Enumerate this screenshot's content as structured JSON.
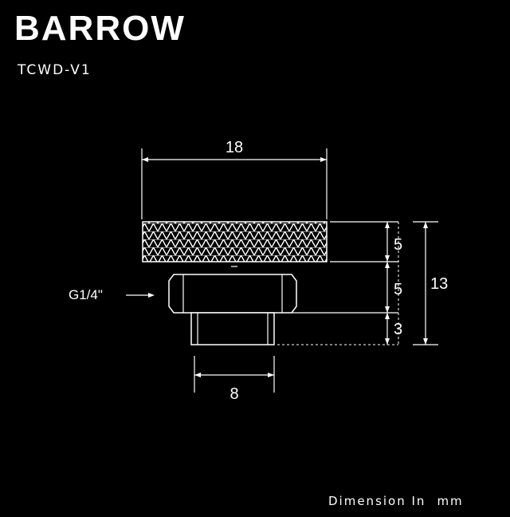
{
  "brand": {
    "name": "BARROW"
  },
  "model": "TCWD-V1",
  "thread_label": "G1/4\"",
  "dimensions": {
    "width_top": "18",
    "width_bottom": "8",
    "height_knurl": "5",
    "height_mid": "5",
    "height_thread": "3",
    "height_total": "13"
  },
  "footer": {
    "label": "Dimension In",
    "unit": "mm"
  },
  "colors": {
    "background": "#000000",
    "line": "#ffffff"
  }
}
